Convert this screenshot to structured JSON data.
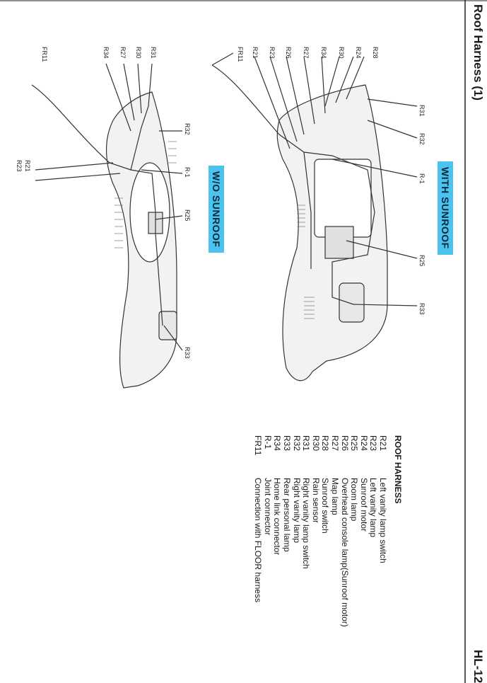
{
  "header": {
    "title": "Roof Harness (1)",
    "page": "HL-12"
  },
  "badges": {
    "with_sunroof": "WITH SUNROOF",
    "without_sunroof": "W/O SUNROOF"
  },
  "callouts": {
    "with_sunroof": [
      "R31",
      "R32",
      "R-1",
      "R25",
      "R33",
      "R28",
      "R24",
      "R30",
      "R34",
      "R27",
      "R26",
      "R23",
      "R21",
      "FR11"
    ],
    "without_sunroof": [
      "R31",
      "R30",
      "R27",
      "R34",
      "R32",
      "R-1",
      "R25",
      "R33",
      "R21",
      "R23",
      "FR11"
    ]
  },
  "legend": {
    "title": "ROOF HARNESS",
    "items": [
      {
        "code": "R21",
        "desc": "Left vanity lamp switch"
      },
      {
        "code": "R23",
        "desc": "Left vanity lamp"
      },
      {
        "code": "R24",
        "desc": "Sunroof motor"
      },
      {
        "code": "R25",
        "desc": "Room lamp"
      },
      {
        "code": "R26",
        "desc": "Overhead console lamp(Sunroof motor)"
      },
      {
        "code": "R27",
        "desc": "Map lamp"
      },
      {
        "code": "R28",
        "desc": "Sunroof switch"
      },
      {
        "code": "R30",
        "desc": "Rain sensor"
      },
      {
        "code": "R31",
        "desc": "Right vanity lamp switch"
      },
      {
        "code": "R32",
        "desc": "Right vanity lamp"
      },
      {
        "code": "R33",
        "desc": "Rear personal lamp"
      },
      {
        "code": "R34",
        "desc": "Home link connector"
      },
      {
        "code": "R-1",
        "desc": "Joint connector"
      },
      {
        "code": "FR11",
        "desc": "Connection with FLOOR harness"
      }
    ]
  }
}
